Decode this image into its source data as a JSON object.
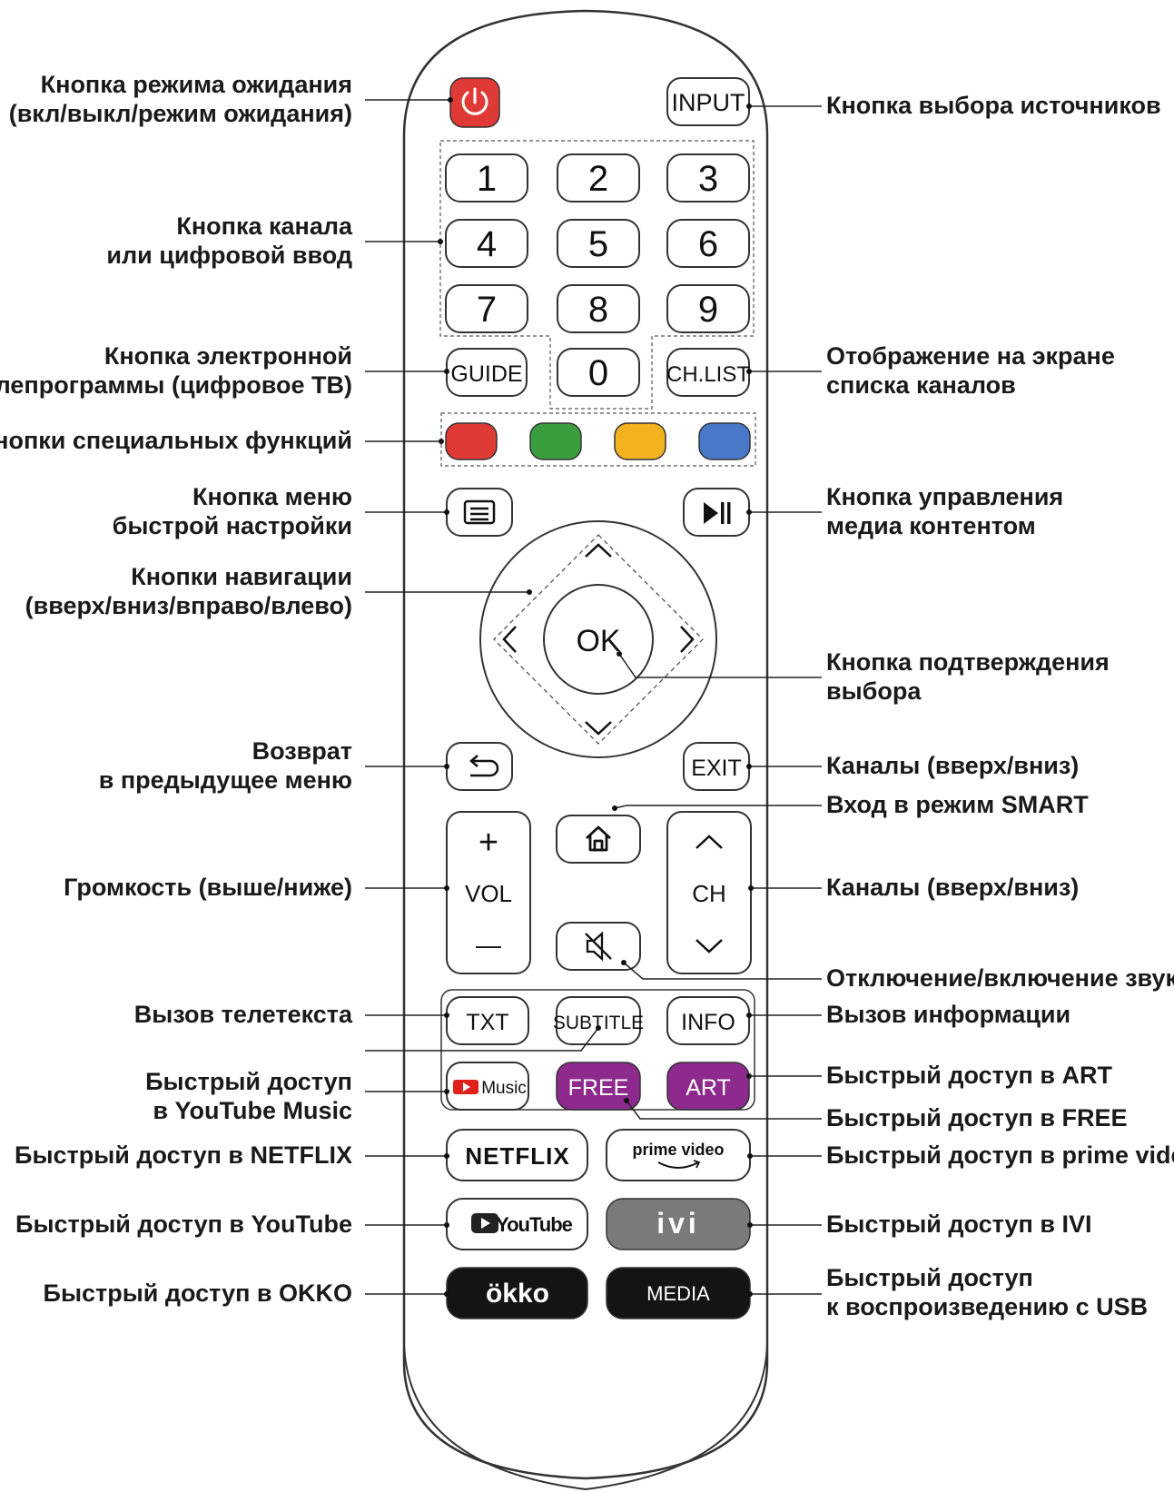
{
  "buttons": {
    "input": "INPUT",
    "digits": [
      "1",
      "2",
      "3",
      "4",
      "5",
      "6",
      "7",
      "8",
      "9",
      "0"
    ],
    "guide": "GUIDE",
    "chlist": "CH.LIST",
    "ok": "OK",
    "exit": "EXIT",
    "vol": "VOL",
    "ch": "CH",
    "txt": "TXT",
    "subtitle": "SUBTITLE",
    "info": "INFO",
    "music": "Music",
    "free": "FREE",
    "art": "ART",
    "netflix": "NETFLIX",
    "prime": "prime video",
    "youtube": "YouTube",
    "ivi": "ivi",
    "okko": "ökko",
    "media": "MEDIA",
    "plus": "+",
    "minus": "—"
  },
  "colors": {
    "power": "#e03a36",
    "red": "#e03a36",
    "green": "#3a9e3f",
    "yellow": "#f3b21f",
    "blue": "#4a78c8",
    "purple": "#8e2a8e",
    "ivi_gray": "#7a7a7a",
    "dark": "#141414",
    "youtube_red": "#e0201a"
  },
  "labels_left": {
    "standby": [
      "Кнопка режима ожидания",
      "(вкл/выкл/режим ожидания)"
    ],
    "channel_digits": [
      "Кнопка канала",
      "или цифровой ввод"
    ],
    "epg": [
      "Кнопка электронной",
      "телепрограммы (цифровое ТВ)"
    ],
    "special": [
      "Кнопки специальных функций"
    ],
    "quick_menu": [
      "Кнопка меню",
      "быстрой настройки"
    ],
    "navigation": [
      "Кнопки навигации",
      "(вверх/вниз/вправо/влево)"
    ],
    "back": [
      "Возврат",
      "в предыдущее меню"
    ],
    "volume": [
      "Громкость (выше/ниже)"
    ],
    "teletext": [
      "Вызов телетекста"
    ],
    "youtube_music": [
      "Быстрый доступ",
      "в YouTube Music"
    ],
    "netflix": [
      "Быстрый доступ в NETFLIX"
    ],
    "youtube": [
      "Быстрый доступ в YouTube"
    ],
    "okko": [
      "Быстрый доступ в OKKO"
    ]
  },
  "labels_right": {
    "source": [
      "Кнопка выбора источников"
    ],
    "channel_list": [
      "Отображение на экране",
      "списка каналов"
    ],
    "media_control": [
      "Кнопка управления",
      "медиа контентом"
    ],
    "confirm": [
      "Кнопка подтверждения",
      "выбора"
    ],
    "exit_channels": [
      "Каналы (вверх/вниз)"
    ],
    "smart": [
      "Вход в режим SMART"
    ],
    "channels": [
      "Каналы (вверх/вниз)"
    ],
    "mute": [
      "Отключение/включение звука"
    ],
    "info": [
      "Вызов информации"
    ],
    "art": [
      "Быстрый доступ в ART"
    ],
    "free": [
      "Быстрый доступ в FREE"
    ],
    "prime": [
      "Быстрый доступ в prime video"
    ],
    "ivi": [
      "Быстрый доступ в IVI"
    ],
    "usb": [
      "Быстрый доступ",
      "к воспроизведению с USB"
    ]
  }
}
